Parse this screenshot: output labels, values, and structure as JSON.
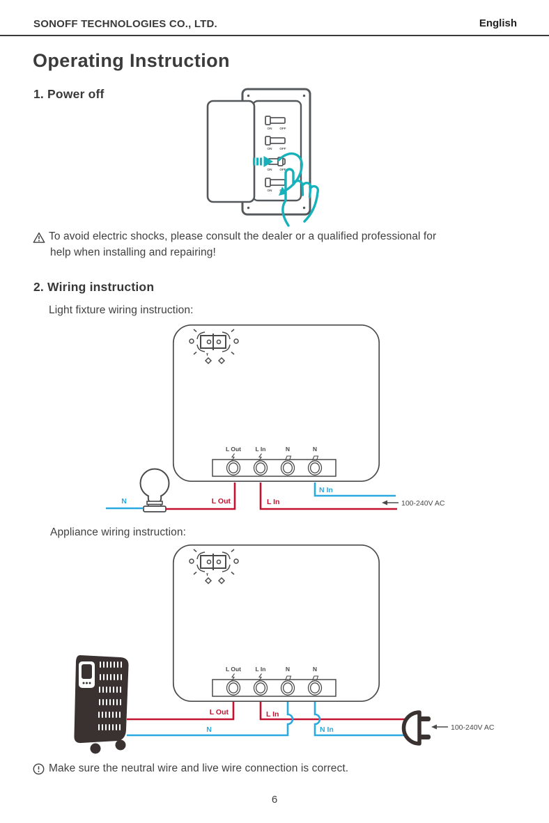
{
  "header": {
    "company": "SONOFF TECHNOLOGIES CO., LTD.",
    "language": "English"
  },
  "title": "Operating Instruction",
  "power_off": {
    "heading": "1. Power off",
    "switch_on": "ON",
    "switch_off": "OFF"
  },
  "warning": {
    "line1": "To avoid electric shocks, please consult the dealer or a qualified professional for",
    "line2": "help when installing and repairing!"
  },
  "wiring": {
    "heading": "2. Wiring instruction"
  },
  "light_diagram": {
    "caption": "Light fixture wiring instruction:",
    "labels": {
      "n": "N",
      "l_out": "L Out",
      "l_in": "L In",
      "n_in": "N In"
    },
    "supply": "100-240V AC"
  },
  "appliance_diagram": {
    "caption": "Appliance wiring instruction:",
    "labels": {
      "l_out": "L Out",
      "l_in": "L In",
      "n": "N",
      "n_in": "N In"
    },
    "supply": "100-240V AC"
  },
  "device": {
    "terminals": [
      "L Out",
      "L In",
      "N",
      "N"
    ],
    "terminal_icons": [
      "lightning",
      "lightning",
      "load",
      "load"
    ]
  },
  "note": {
    "text": "Make sure the neutral wire and live wire connection is correct."
  },
  "page_number": "6",
  "colors": {
    "teal": "#16b1ba",
    "red": "#c3122f",
    "blue": "#29a9e0",
    "diagram_line": "#4a4a4c",
    "appliance_black": "#3a3231",
    "text": "#3f3f3f"
  }
}
